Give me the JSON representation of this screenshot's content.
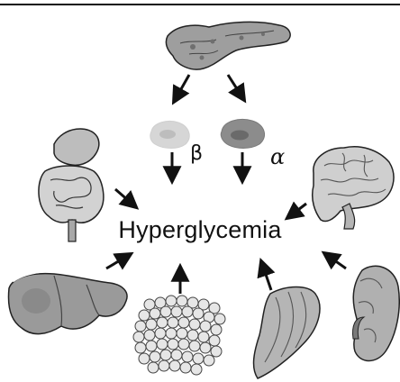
{
  "center": {
    "label": "Hyperglycemia"
  },
  "islet_cells": {
    "beta": "β",
    "alpha": "α"
  },
  "icons": {
    "top": "pancreas-icon",
    "beta_cell": "beta-cell-icon",
    "alpha_cell": "alpha-cell-icon",
    "upper_left": "stomach-intestine-icon",
    "upper_right": "brain-icon",
    "lower_left": "liver-icon",
    "bottom_left": "adipose-tissue-icon",
    "bottom_right": "muscle-icon",
    "lower_right": "kidney-icon"
  },
  "colors": {
    "beta_cell": "#d6d6d6",
    "alpha_cell": "#8c8c8c",
    "organ_fill": "#b3b3b3",
    "stroke": "#222222"
  }
}
